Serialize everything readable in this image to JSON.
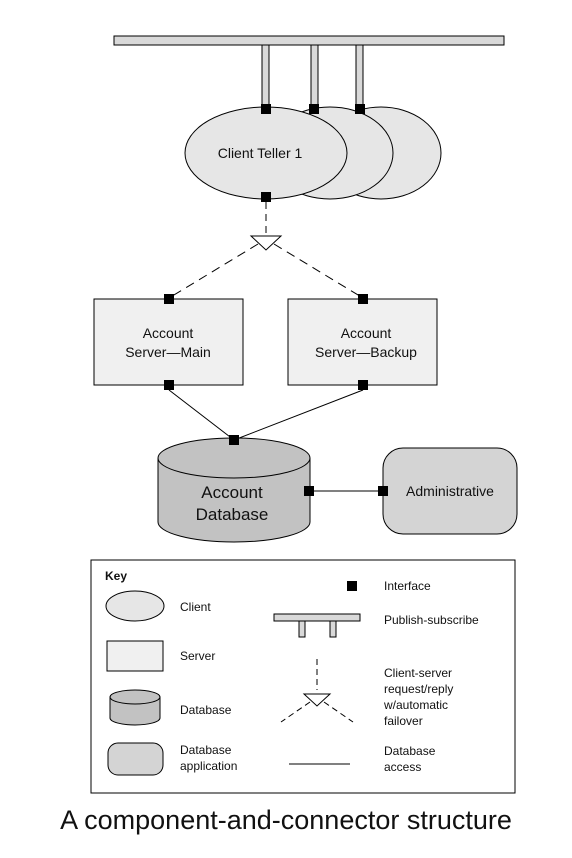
{
  "diagram": {
    "components": {
      "client": "Client Teller 1",
      "server_main_line1": "Account",
      "server_main_line2": "Server—Main",
      "server_backup_line1": "Account",
      "server_backup_line2": "Server—Backup",
      "database_line1": "Account",
      "database_line2": "Database",
      "admin": "Administrative"
    },
    "key": {
      "title": "Key",
      "client": "Client",
      "server": "Server",
      "database": "Database",
      "db_app_line1": "Database",
      "db_app_line2": "application",
      "interface": "Interface",
      "pubsub": "Publish-subscribe",
      "cs_line1": "Client-server",
      "cs_line2": "request/reply",
      "cs_line3": "w/automatic",
      "cs_line4": "failover",
      "dbaccess_line1": "Database",
      "dbaccess_line2": "access"
    },
    "caption": "A component-and-connector structure"
  },
  "colors": {
    "client_fill": "#e6e6e6",
    "server_fill": "#f0f0f0",
    "database_fill": "#c2c2c2",
    "db_app_fill": "#d4d4d4",
    "bus_fill": "#d9d9d9",
    "stroke": "#000000"
  }
}
